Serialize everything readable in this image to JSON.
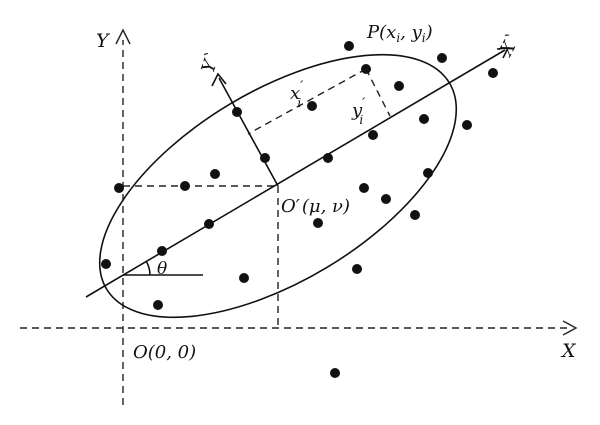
{
  "labels": {
    "axis_x": "X",
    "axis_y": "Y",
    "axis_x_prime": "X`",
    "axis_y_prime": "Y`",
    "origin": "O(0, 0)",
    "center_prefix": "O′",
    "center_coords": "(μ, ν)",
    "point_prefix": "P",
    "point_coords": "(x",
    "point_sub_i": "i",
    "point_sep": ", y",
    "point_close": ")",
    "xi_main": "x",
    "xi_prime": "′",
    "xi_sub": "i",
    "yi_main": "y",
    "yi_prime": "′",
    "yi_sub": "i",
    "theta": "θ"
  }
}
